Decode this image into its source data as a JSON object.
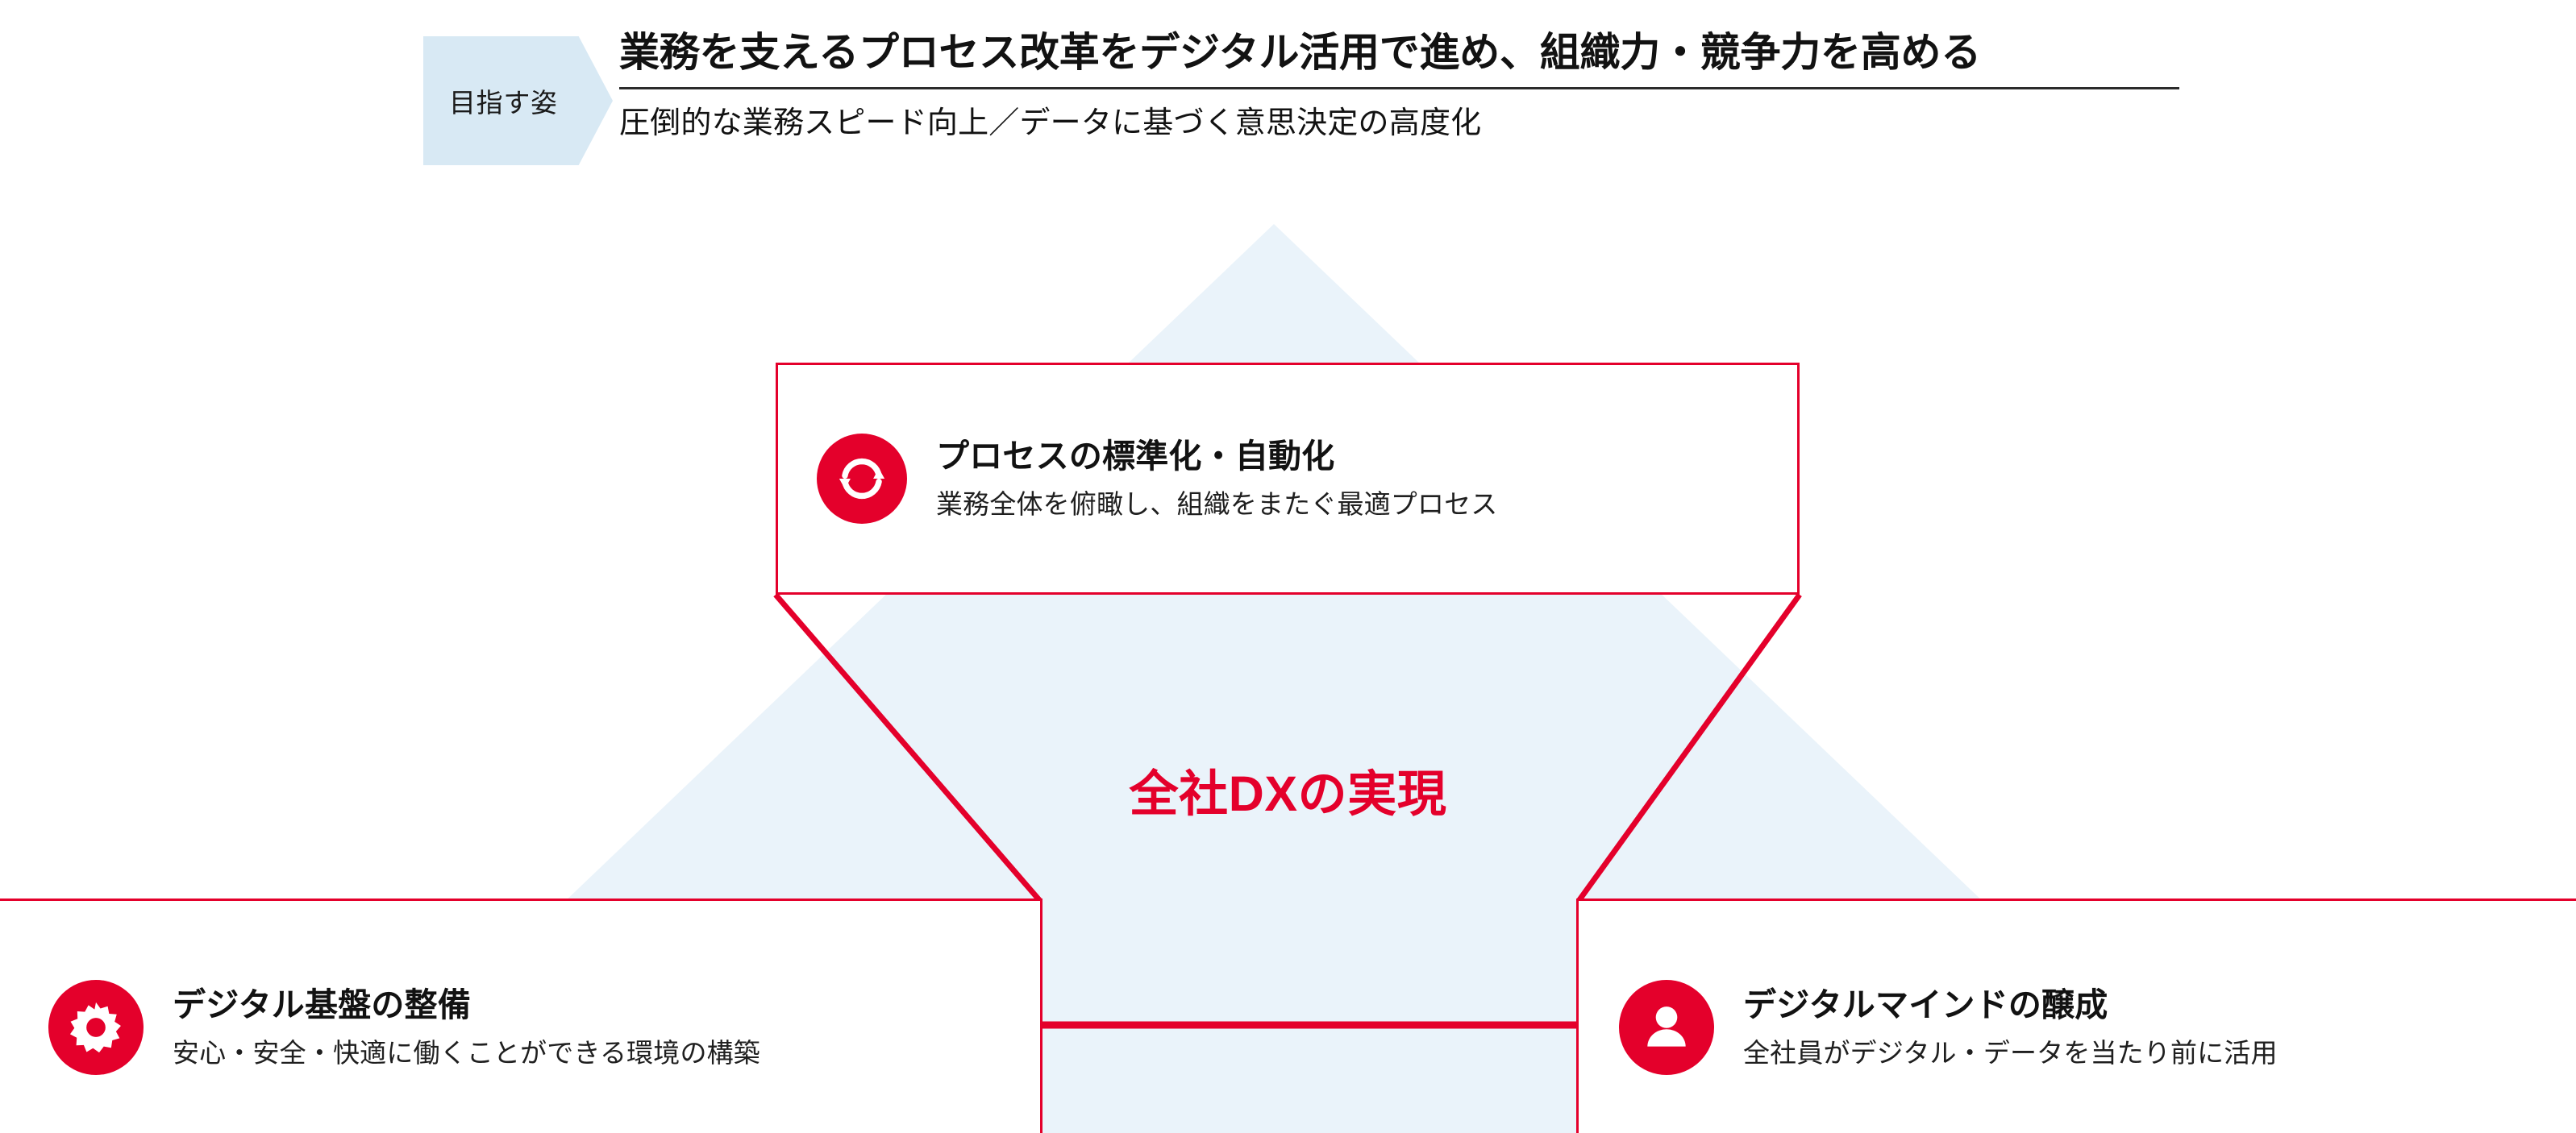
{
  "colors": {
    "accent_red": "#e4002b",
    "badge_blue": "#d8e9f4",
    "triangle_blue": "#eaf3fa",
    "text_dark": "#121212",
    "divider": "#2b2b2b"
  },
  "header": {
    "badge_label": "目指す姿",
    "title": "業務を支えるプロセス改革をデジタル活用で進め、組織力・競争力を高める",
    "subtitle": "圧倒的な業務スピード向上／データに基づく意思決定の高度化"
  },
  "center": {
    "goal_label": "全社DXの実現"
  },
  "cards": [
    {
      "id": "process",
      "icon": "refresh-cycle-icon",
      "title": "プロセスの標準化・自動化",
      "description": "業務全体を俯瞰し、組織をまたぐ最適プロセス"
    },
    {
      "id": "foundation",
      "icon": "gear-icon",
      "title": "デジタル基盤の整備",
      "description": "安心・安全・快適に働くことができる環境の構築"
    },
    {
      "id": "mindset",
      "icon": "person-icon",
      "title": "デジタルマインドの醸成",
      "description": "全社員がデジタル・データを当たり前に活用"
    }
  ]
}
